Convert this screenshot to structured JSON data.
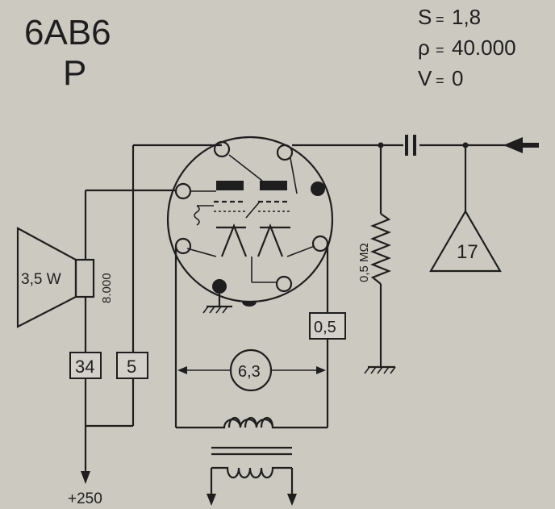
{
  "tube": {
    "name": "6AB6",
    "class_letter": "P"
  },
  "params": {
    "s_label": "S",
    "s_sign": "=",
    "s_value": "1,8",
    "p_label": "ρ",
    "p_sign": "=",
    "p_value": "40.000",
    "v_label": "V",
    "v_sign": "=",
    "v_value": "0"
  },
  "speaker": {
    "power": "3,5 W",
    "impedance": "8.000"
  },
  "boxes": {
    "b1": "34",
    "b2": "5",
    "b3": "0,5",
    "b4": "17"
  },
  "heater": {
    "voltage": "6,3"
  },
  "resistor": {
    "value": "0,5 MΩ"
  },
  "supply": {
    "voltage": "+250"
  }
}
